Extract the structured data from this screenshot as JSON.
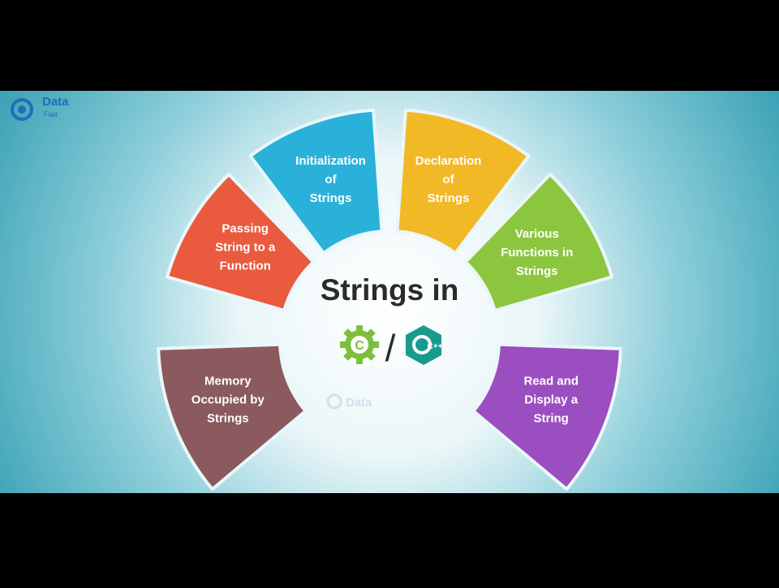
{
  "brand": {
    "name": "Data",
    "sub": "Flair"
  },
  "center": {
    "title": "Strings in",
    "separator": "/",
    "logo_c": "C",
    "logo_cpp": "C++"
  },
  "watermark": "Data",
  "segments": [
    {
      "id": "passing",
      "label": [
        "Passing",
        "String to a",
        "Function"
      ],
      "color": "#ea5a3e"
    },
    {
      "id": "initialization",
      "label": [
        "Initialization",
        "of",
        "Strings"
      ],
      "color": "#2ab1da"
    },
    {
      "id": "declaration",
      "label": [
        "Declaration",
        "of",
        "Strings"
      ],
      "color": "#f2b926"
    },
    {
      "id": "functions",
      "label": [
        "Various",
        "Functions in",
        "Strings"
      ],
      "color": "#8cc63f"
    },
    {
      "id": "read-display",
      "label": [
        "Read and",
        "Display a",
        "String"
      ],
      "color": "#9b4ebf"
    },
    {
      "id": "memory",
      "label": [
        "Memory",
        "Occupied by",
        "Strings"
      ],
      "color": "#8a5a5e"
    }
  ],
  "colors": {
    "background_center": "#ffffff",
    "background_edge": "#3aa0b2",
    "segment_border": "#e9f7fa",
    "title": "#2b2b2b",
    "logo_c": "#7cbf3a",
    "logo_cpp": "#1a9a8f"
  }
}
